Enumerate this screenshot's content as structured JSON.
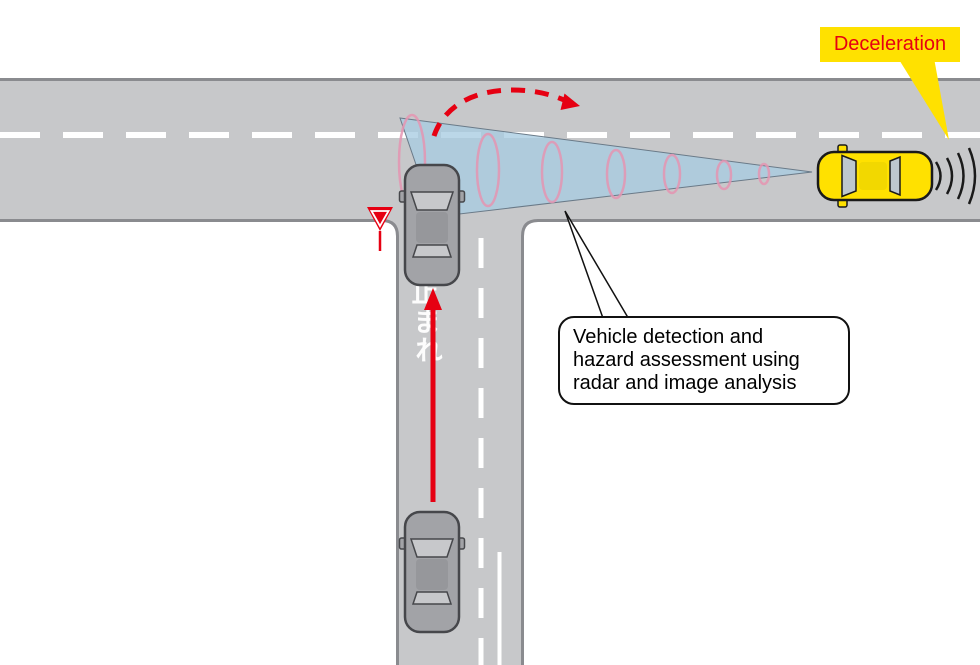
{
  "figure": {
    "deceleration_callout": {
      "text": "Deceleration"
    },
    "detection_callout": {
      "lines": [
        "Vehicle detection and",
        "hazard assessment using",
        "radar and image analysis"
      ]
    },
    "road_marking": {
      "chars": [
        "止",
        "ま",
        "れ"
      ]
    },
    "colors": {
      "road": "#c7c8ca",
      "road_border": "#8a8b8f",
      "lane_marking": "#ffffff",
      "detection_cone": "#a8cce2",
      "radar_wave_pink": "#e595b2",
      "car_gray": "#a2a3a7",
      "car_gray_outline": "#46474b",
      "ego_car_yellow": "#ffe100",
      "alert_red": "#e60012",
      "callout_bg_yellow": "#ffe100",
      "callout_text_red": "#e60012",
      "callout_border_black": "#111111"
    }
  }
}
